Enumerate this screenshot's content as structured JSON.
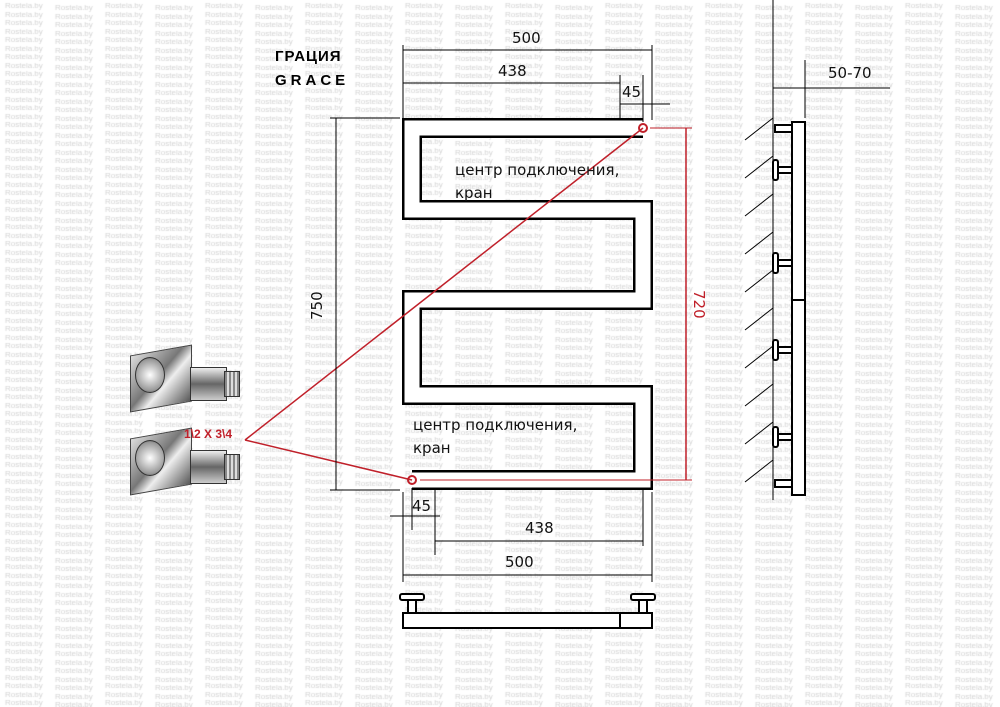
{
  "title_ru": "ГРАЦИЯ",
  "title_en": "GRACE",
  "watermark": "Rostela.by",
  "valve_label": "1\\2 X 3\\4",
  "dimensions": {
    "top_width": "500",
    "top_inner": "438",
    "top_offset": "45",
    "height": "750",
    "center_height": "720",
    "bottom_offset": "45",
    "bottom_inner": "438",
    "bottom_width": "500",
    "wall_distance": "50-70"
  },
  "notes": {
    "top_line1": "центр подключения,",
    "top_line2": "кран",
    "bottom_line1": "центр подключения,",
    "bottom_line2": "кран"
  },
  "colors": {
    "accent": "#c0202a",
    "watermark": "#d4d4d4"
  }
}
